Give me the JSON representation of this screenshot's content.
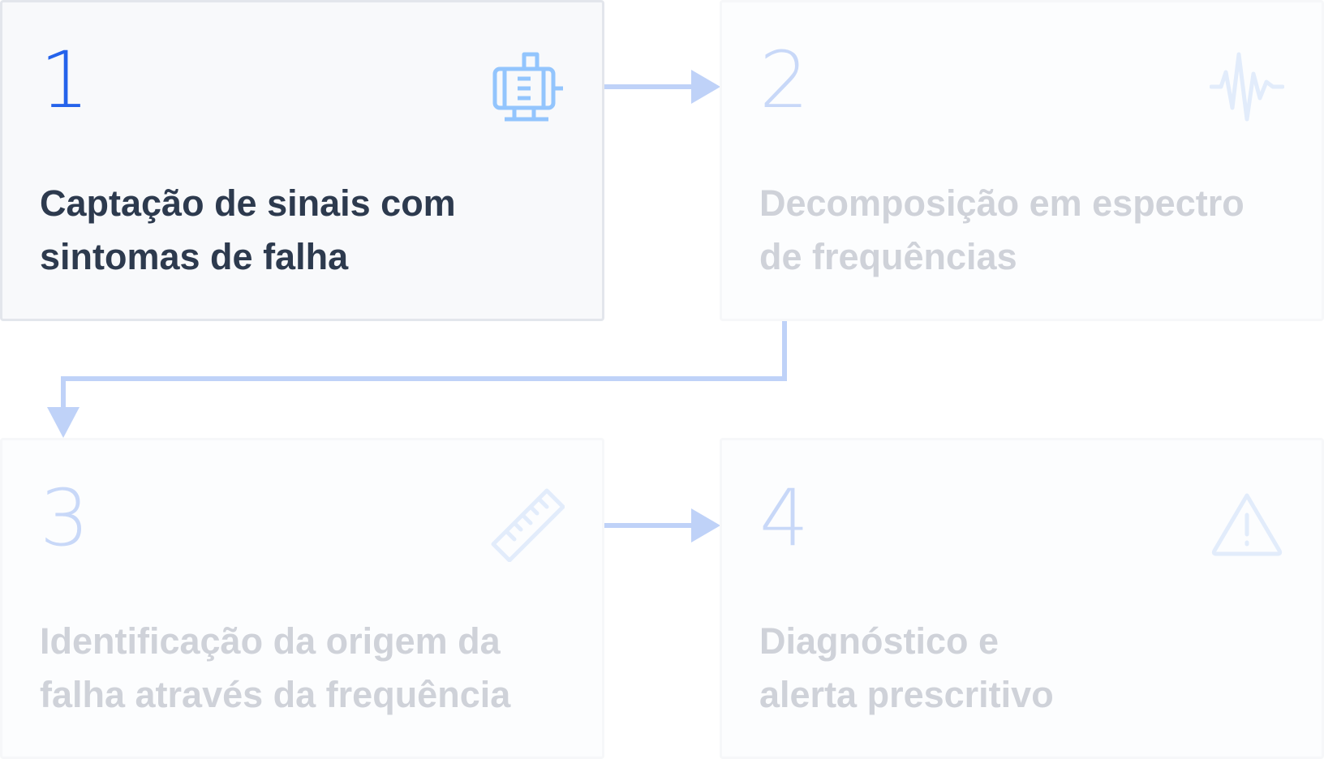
{
  "steps": [
    {
      "number": "1",
      "label_line1": "Captação de sinais com",
      "label_line2": "sintomas de falha",
      "icon": "motor-icon",
      "state": "active"
    },
    {
      "number": "2",
      "label_line1": "Decomposição em espectro",
      "label_line2": "de frequências",
      "icon": "waveform-icon",
      "state": "inactive"
    },
    {
      "number": "3",
      "label_line1": "Identificação da origem da",
      "label_line2": "falha através da frequência",
      "icon": "ruler-icon",
      "state": "inactive"
    },
    {
      "number": "4",
      "label_line1": "Diagnóstico e",
      "label_line2": "alerta prescritivo",
      "icon": "warning-triangle-icon",
      "state": "inactive"
    }
  ],
  "colors": {
    "accent": "#2563eb",
    "connector": "#bfd2f8",
    "active_icon": "#93c5fd",
    "inactive_icon": "#e2ecfb",
    "active_text": "#2d3a4e",
    "inactive_text": "#cfd2d9"
  }
}
